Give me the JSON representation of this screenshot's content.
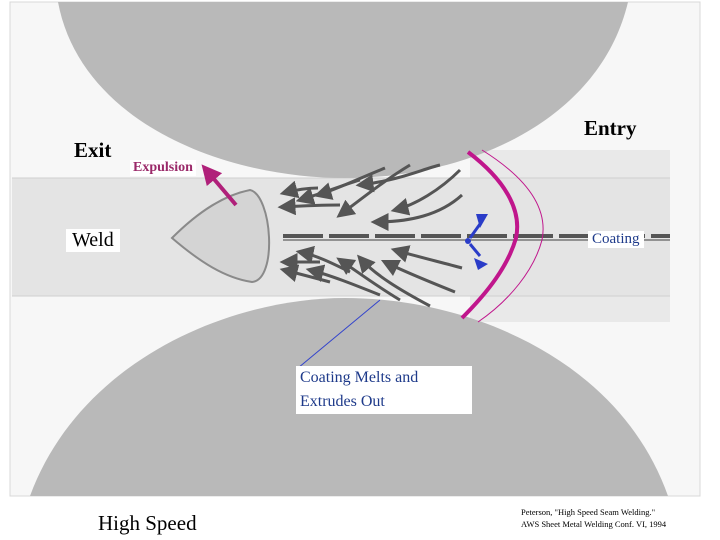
{
  "labels": {
    "exit": "Exit",
    "entry": "Entry",
    "expulsion": "Expulsion",
    "weld": "Weld",
    "coating": "Coating",
    "coating_melts_line1": "Coating Melts and",
    "coating_melts_line2": "Extrudes Out",
    "speed": "High Speed"
  },
  "citation": {
    "line1": "Peterson, \"High Speed Seam Welding.\"",
    "line2": "AWS Sheet Metal Welding Conf. VI, 1994"
  },
  "colors": {
    "roller": "#b9b9b9",
    "sheet": "#e4e4e4",
    "flow_arrows": "#555555",
    "coating_front": "#c0168c",
    "expulsion_arrow": "#b0207a",
    "coating_arrows": "#2a3cc8",
    "leader_line": "#3344cc"
  }
}
